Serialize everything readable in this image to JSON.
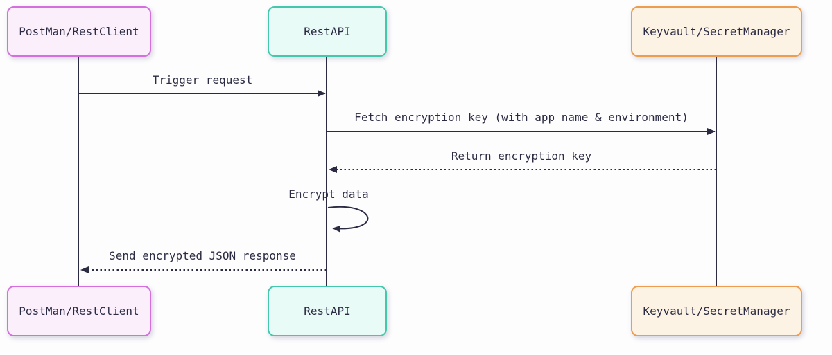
{
  "diagram": {
    "type": "sequence",
    "background": "#fdfdfe",
    "text_color": "#2b2b43",
    "line_color": "#2b2b43"
  },
  "actors": [
    {
      "id": "postman",
      "label": "PostMan/RestClient",
      "border": "#d66ee0",
      "fill": "#fbeffc"
    },
    {
      "id": "restapi",
      "label": "RestAPI",
      "border": "#45c7ae",
      "fill": "#e9fbf7"
    },
    {
      "id": "keyvault",
      "label": "Keyvault/SecretManager",
      "border": "#ee9c4f",
      "fill": "#fdf3e5"
    }
  ],
  "messages": [
    {
      "label": "Trigger request",
      "from": "postman",
      "to": "restapi",
      "line": "solid",
      "direction": "right"
    },
    {
      "label": "Fetch encryption key (with app name & environment)",
      "from": "restapi",
      "to": "keyvault",
      "line": "solid",
      "direction": "right"
    },
    {
      "label": "Return encryption key",
      "from": "keyvault",
      "to": "restapi",
      "line": "dotted",
      "direction": "left"
    },
    {
      "label": "Encrypt data",
      "from": "restapi",
      "to": "restapi",
      "line": "solid",
      "direction": "self"
    },
    {
      "label": "Send encrypted JSON response",
      "from": "restapi",
      "to": "postman",
      "line": "dotted",
      "direction": "left"
    }
  ]
}
